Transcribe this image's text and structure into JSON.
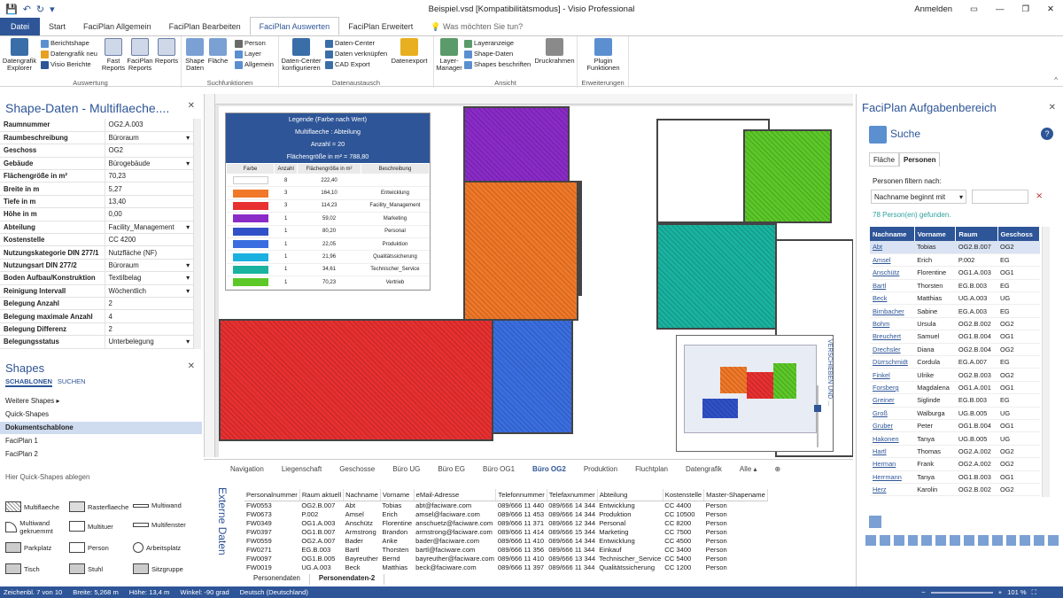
{
  "window": {
    "title": "Beispiel.vsd  [Kompatibilitätsmodus] - Visio Professional",
    "user": "Anmelden"
  },
  "tabs": [
    "Datei",
    "Start",
    "FaciPlan Allgemein",
    "FaciPlan Bearbeiten",
    "FaciPlan Auswerten",
    "FaciPlan Erweitert",
    "Was möchten Sie tun?"
  ],
  "ribbon": {
    "g1": {
      "label": "Auswertung",
      "big1": "Datengrafik Explorer",
      "s1": "Berichtshape",
      "s2": "Datengrafik neu",
      "s3": "Visio Berichte",
      "big2": "Fast Reports",
      "big3": "FaciPlan Reports",
      "big4": "Reports"
    },
    "g2": {
      "label": "Suchfunktionen",
      "big1": "Shape Daten",
      "big2": "Fläche",
      "s1": "Person",
      "s2": "Layer",
      "s3": "Allgemein"
    },
    "g3": {
      "label": "Datenaustausch",
      "big1": "Daten-Center konfigurieren",
      "s1": "Daten-Center",
      "s2": "Daten verknüpfen",
      "s3": "CAD Export",
      "big2": "Datenexport"
    },
    "g4": {
      "label": "Ansicht",
      "big1": "Layer-Manager",
      "s1": "Layeranzeige",
      "s2": "Shape-Daten",
      "s3": "Shapes beschriften",
      "big2": "Druckrahmen"
    },
    "g5": {
      "label": "Erweiterungen",
      "big1": "Plugin Funktionen"
    }
  },
  "shapedata": {
    "title": "Shape-Daten - Multiflaeche....",
    "rows": [
      [
        "Raumnummer",
        "OG2.A.003"
      ],
      [
        "Raumbeschreibung",
        "Büroraum"
      ],
      [
        "Geschoss",
        "OG2"
      ],
      [
        "Gebäude",
        "Bürogebäude"
      ],
      [
        "Flächengröße in m²",
        "70,23"
      ],
      [
        "Breite in m",
        "5,27"
      ],
      [
        "Tiefe in m",
        "13,40"
      ],
      [
        "Höhe in m",
        "0,00"
      ],
      [
        "Abteilung",
        "Facility_Management"
      ],
      [
        "Kostenstelle",
        "CC 4200"
      ],
      [
        "Nutzungskategorie DIN 277/1",
        "Nutzfläche (NF)"
      ],
      [
        "Nutzungsart DIN 277/2",
        "Büroraum"
      ],
      [
        "Boden Aufbau/Konstruktion",
        "Textilbelag"
      ],
      [
        "Reinigung Intervall",
        "Wöchentlich"
      ],
      [
        "Belegung Anzahl",
        "2"
      ],
      [
        "Belegung maximale Anzahl",
        "4"
      ],
      [
        "Belegung Differenz",
        "2"
      ],
      [
        "Belegungsstatus",
        "Unterbelegung"
      ]
    ]
  },
  "shapes": {
    "title": "Shapes",
    "tab1": "SCHABLONEN",
    "tab2": "SUCHEN",
    "items": [
      "Weitere Shapes",
      "Quick-Shapes",
      "Dokumentschablone",
      "FaciPlan 1",
      "FaciPlan 2"
    ],
    "hint": "Hier Quick-Shapes ablegen",
    "stencils": [
      "Multiflaeche",
      "Rasterflaeche",
      "Multiwand",
      "Multiwand gekruemmt",
      "Multituer",
      "Multifenster",
      "Parkplatz",
      "Person",
      "Arbeitsplatz",
      "Tisch",
      "Stuhl",
      "Sitzgruppe"
    ]
  },
  "legend": {
    "l1": "Legende (Farbe nach Wert)",
    "l2": "Multiflaeche : Abteilung",
    "l3": "Anzahl = 20",
    "l4": "Flächengröße in m² = 788,80",
    "cols": [
      "Farbe",
      "Anzahl",
      "Flächengröße in m²",
      "Beschreibung"
    ],
    "rows": [
      {
        "c": "#ffffff",
        "n": "8",
        "a": "222,40",
        "d": ""
      },
      {
        "c": "#f07828",
        "n": "3",
        "a": "164,10",
        "d": "Entwicklung"
      },
      {
        "c": "#e83030",
        "n": "3",
        "a": "114,23",
        "d": "Facility_Management"
      },
      {
        "c": "#8a2bc8",
        "n": "1",
        "a": "59,02",
        "d": "Marketing"
      },
      {
        "c": "#3050c8",
        "n": "1",
        "a": "80,20",
        "d": "Personal"
      },
      {
        "c": "#3a6ee0",
        "n": "1",
        "a": "22,05",
        "d": "Produktion"
      },
      {
        "c": "#1cb0e0",
        "n": "1",
        "a": "21,96",
        "d": "Qualitätssicherung"
      },
      {
        "c": "#19b3a0",
        "n": "1",
        "a": "34,61",
        "d": "Technischer_Service"
      },
      {
        "c": "#5cc828",
        "n": "1",
        "a": "70,23",
        "d": "Vertrieb"
      }
    ]
  },
  "overview": {
    "label": "VERSCHIEBEN UND ..."
  },
  "pagetabs": [
    "Navigation",
    "Liegenschaft",
    "Geschosse",
    "Büro UG",
    "Büro EG",
    "Büro OG1",
    "Büro OG2",
    "Produktion",
    "Fluchtplan",
    "Datengrafik",
    "Alle ▴"
  ],
  "external": {
    "title": "Externe Daten",
    "cols": [
      "Personalnummer",
      "Raum aktuell",
      "Nachname",
      "Vorname",
      "eMail-Adresse",
      "Telefonnummer",
      "Telefaxnummer",
      "Abteilung",
      "Kostenstelle",
      "Master-Shapename"
    ],
    "rows": [
      [
        "FW0553",
        "OG2.B.007",
        "Abt",
        "Tobias",
        "abt@faciware.com",
        "089/666 11 440",
        "089/666 14 344",
        "Entwicklung",
        "CC 4400",
        "Person"
      ],
      [
        "FW0673",
        "P.002",
        "Amsel",
        "Erich",
        "amsel@faciware.com",
        "089/666 11 453",
        "089/666 14 344",
        "Produktion",
        "CC 10500",
        "Person"
      ],
      [
        "FW0349",
        "OG1.A.003",
        "Anschütz",
        "Florentine",
        "anschuetz@faciware.com",
        "089/666 11 371",
        "089/666 12 344",
        "Personal",
        "CC 8200",
        "Person"
      ],
      [
        "FW0397",
        "OG1.B.007",
        "Armstrong",
        "Brandon",
        "armstrong@faciware.com",
        "089/666 11 414",
        "089/666 15 344",
        "Marketing",
        "CC 7500",
        "Person"
      ],
      [
        "FW0559",
        "OG2.A.007",
        "Bader",
        "Anke",
        "bader@faciware.com",
        "089/666 11 410",
        "089/666 14 344",
        "Entwicklung",
        "CC 4500",
        "Person"
      ],
      [
        "FW0271",
        "EG.B.003",
        "Bartl",
        "Thorsten",
        "bartl@faciware.com",
        "089/666 11 356",
        "089/666 11 344",
        "Einkauf",
        "CC 3400",
        "Person"
      ],
      [
        "FW0097",
        "OG1.B.005",
        "Bayreuther",
        "Bernd",
        "bayreuther@faciware.com",
        "089/666 11 410",
        "089/666 13 344",
        "Technischer_Service",
        "CC 5400",
        "Person"
      ],
      [
        "FW0019",
        "UG.A.003",
        "Beck",
        "Matthias",
        "beck@faciware.com",
        "089/666 11 397",
        "089/666 11 344",
        "Qualitätssicherung",
        "CC 1200",
        "Person"
      ]
    ],
    "sheets": [
      "Personendaten",
      "Personendaten-2"
    ]
  },
  "right": {
    "title": "FaciPlan Aufgabenbereich",
    "search": "Suche",
    "tab1": "Fläche",
    "tab2": "Personen",
    "filterlabel": "Personen filtern nach:",
    "filter": "Nachname beginnt mit",
    "found": "78 Person(en) gefunden.",
    "cols": [
      "Nachname",
      "Vorname",
      "Raum",
      "Geschoss"
    ],
    "rows": [
      [
        "Abt",
        "Tobias",
        "OG2.B.007",
        "OG2"
      ],
      [
        "Amsel",
        "Erich",
        "P.002",
        "EG"
      ],
      [
        "Anschütz",
        "Florentine",
        "OG1.A.003",
        "OG1"
      ],
      [
        "Bartl",
        "Thorsten",
        "EG.B.003",
        "EG"
      ],
      [
        "Beck",
        "Matthias",
        "UG.A.003",
        "UG"
      ],
      [
        "Birnbacher",
        "Sabine",
        "EG.A.003",
        "EG"
      ],
      [
        "Bohm",
        "Ursula",
        "OG2.B.002",
        "OG2"
      ],
      [
        "Breuchert",
        "Samuel",
        "OG1.B.004",
        "OG1"
      ],
      [
        "Drechsler",
        "Diana",
        "OG2.B.004",
        "OG2"
      ],
      [
        "Dürrschmidt",
        "Cordula",
        "EG.A.007",
        "EG"
      ],
      [
        "Finkel",
        "Ulrike",
        "OG2.B.003",
        "OG2"
      ],
      [
        "Forsberg",
        "Magdalena",
        "OG1.A.001",
        "OG1"
      ],
      [
        "Greiner",
        "Siglinde",
        "EG.B.003",
        "EG"
      ],
      [
        "Groß",
        "Walburga",
        "UG.B.005",
        "UG"
      ],
      [
        "Gruber",
        "Peter",
        "OG1.B.004",
        "OG1"
      ],
      [
        "Hakonen",
        "Tanya",
        "UG.B.005",
        "UG"
      ],
      [
        "Hartl",
        "Thomas",
        "OG2.A.002",
        "OG2"
      ],
      [
        "Herman",
        "Frank",
        "OG2.A.002",
        "OG2"
      ],
      [
        "Herrmann",
        "Tanya",
        "OG1.B.003",
        "OG1"
      ],
      [
        "Herz",
        "Karolin",
        "OG2.B.002",
        "OG2"
      ]
    ]
  },
  "status": {
    "page": "Zeichenbl. 7 von 10",
    "width": "Breite: 5,268 m",
    "height": "Höhe: 13,4 m",
    "angle": "Winkel: -90 grad",
    "lang": "Deutsch (Deutschland)",
    "zoom": "101 %"
  }
}
